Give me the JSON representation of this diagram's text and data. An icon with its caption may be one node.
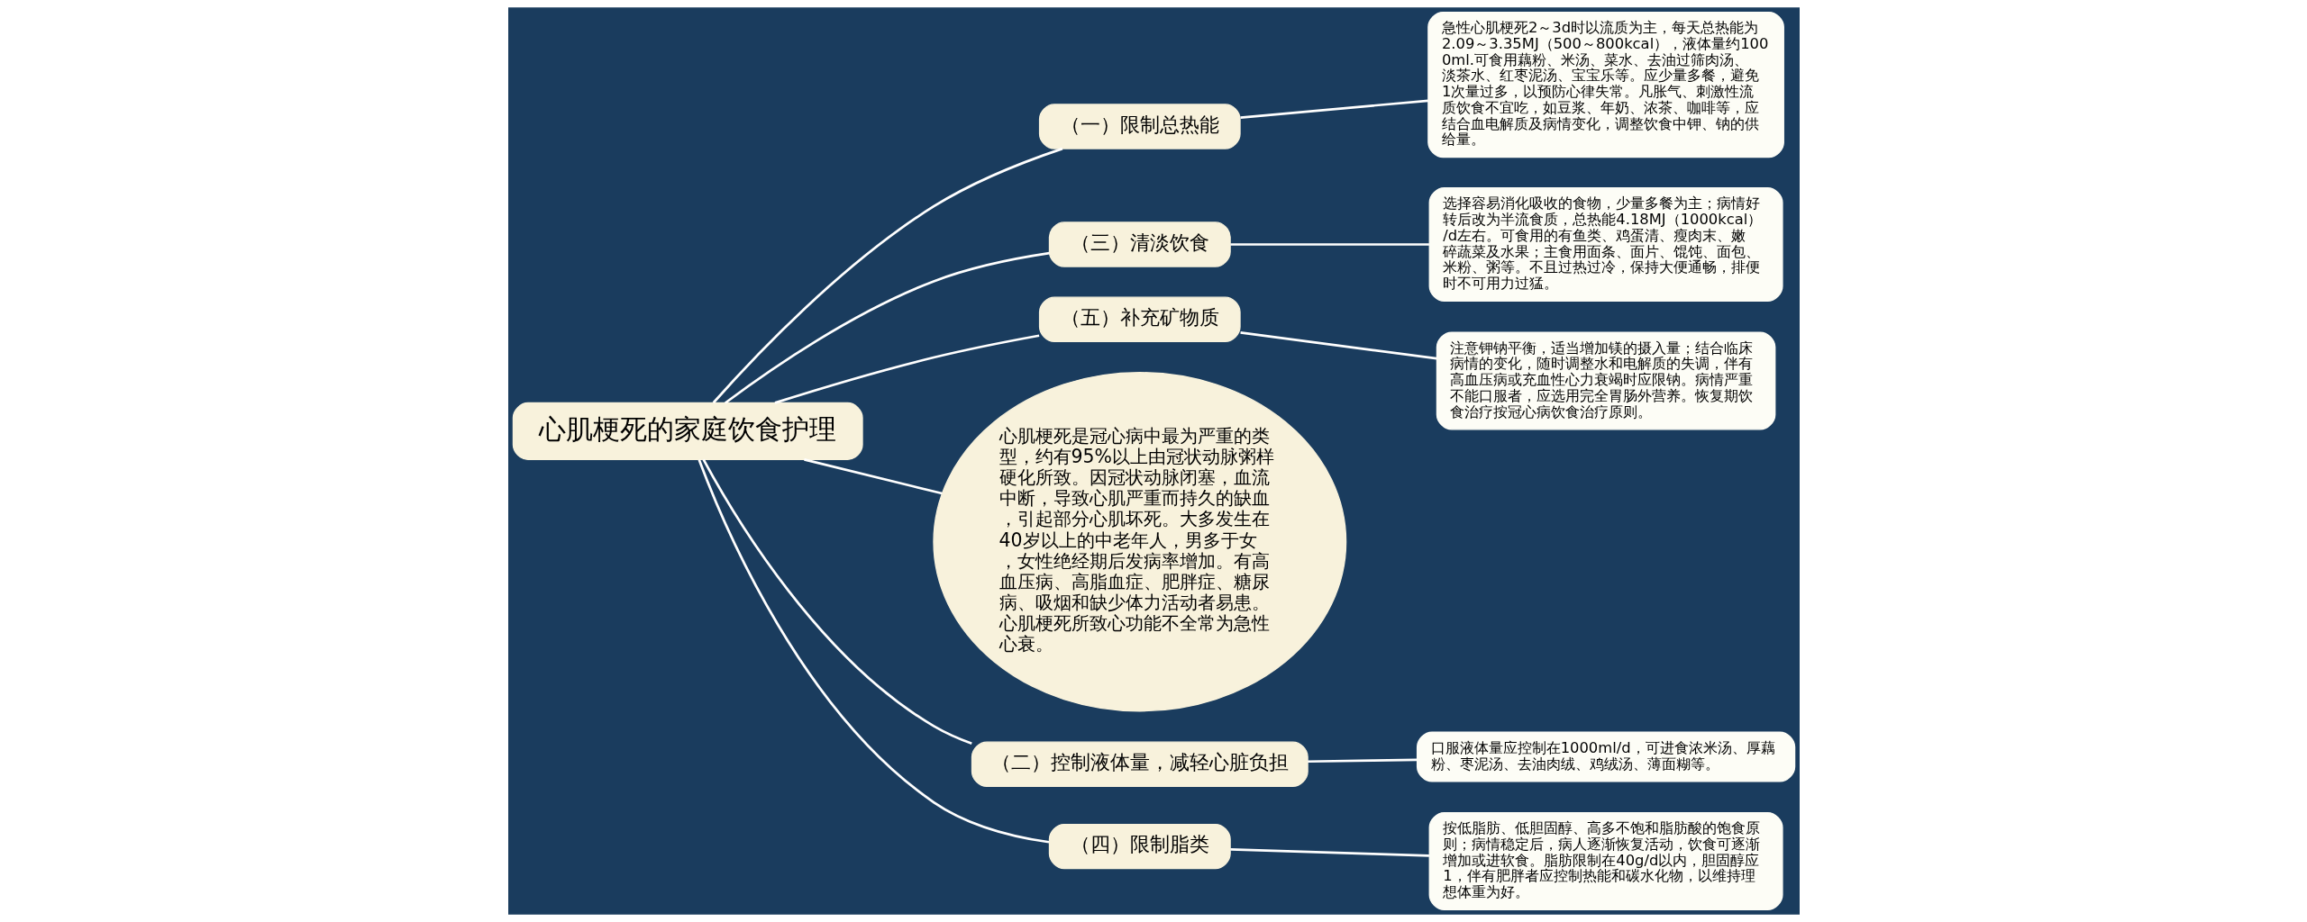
{
  "diagram": {
    "nodes": [
      {
        "text": [
          "心肌梗死的家庭饮食护理"
        ]
      },
      {
        "text": [
          "（一）限制总热能"
        ]
      },
      {
        "text": [
          "急性心肌梗死2～3d时以流质为主，每天总热能为2.09～3.35MJ（500～800kcal），液体量约1000ml.可食用藕粉、米汤、菜水、去油过筛肉汤、淡茶水、红枣泥汤、宝宝乐等。应少量多餐，避免1次量过多，以预防心律失常。凡胀气、刺激性流质饮食不宜吃，如豆浆、年奶、浓茶、咖啡等，应结合血电解质及病情变化，调整饮食中钾、钠的供给量。"
        ]
      },
      {
        "text": [
          "（三）清淡饮食"
        ]
      },
      {
        "text": [
          "选择容易消化吸收的食物，少量多餐为主；病情好转后改为半流食质，总热能4.18MJ（1000kcal）/d左右。可食用的有鱼类、鸡蛋清、瘦肉末、嫩碎蔬菜及水果；主食用面条、面片、馄饨、面包、米粉、粥等。不且过热过冷，保持大便通畅，排便时不可用力过猛。"
        ]
      },
      {
        "text": [
          "（五）补充矿物质"
        ]
      },
      {
        "text": [
          "注意钾钠平衡，适当增加镁的摄入量；结合临床病情的变化，随时调整水和电解质的失调，伴有高血压病或充血性心力衰竭时应限钠。病情严重不能口服者，应选用完全胃肠外营养。恢复期饮食治疗按冠心病饮食治疗原则。"
        ]
      },
      {
        "text": [
          "心肌梗死是冠心病中最为严重的类型，约有95%以上由冠状动脉粥样硬化所致。因冠状动脉闭塞，血流中断，导致心肌严重而持久的缺血，引起部分心肌坏死。大多发生在40岁以上的中老年人，男多于女，女性绝经期后发病率增加。有高血压病、高脂血症、肥胖症、糖尿病、吸烟和缺少体力活动者易患。心肌梗死所致心功能不全常为急性心衰。"
        ]
      },
      {
        "text": [
          "（二）控制液体量，减轻心脏负担"
        ]
      },
      {
        "text": [
          "口服液体量应控制在1000ml/d，可进食浓米汤、厚藕粉、枣泥汤、去油肉绒、鸡绒汤、薄面糊等。"
        ]
      },
      {
        "text": [
          "（四）限制脂类"
        ]
      },
      {
        "text": [
          "按低脂肪、低胆固醇、高多不饱和脂肪酸的饱食原则；病情稳定后，病人逐渐恢复活动，饮食可逐渐增加或进软食。脂肪限制在40g/d以内，胆固醇应1，伴有肥胖者应控制热能和碳水化物，以维持理想体重为好。"
        ]
      }
    ],
    "edges": [
      {
        "from": 0,
        "to": 1,
        "arrow": "none"
      },
      {
        "from": 1,
        "to": 2,
        "arrow": "none"
      },
      {
        "from": 0,
        "to": 3,
        "arrow": "none"
      },
      {
        "from": 3,
        "to": 4,
        "arrow": "none"
      },
      {
        "from": 0,
        "to": 5,
        "arrow": "none"
      },
      {
        "from": 5,
        "to": 6,
        "arrow": "none"
      },
      {
        "from": 0,
        "to": 7,
        "arrow": "none"
      },
      {
        "from": 0,
        "to": 8,
        "arrow": "none"
      },
      {
        "from": 8,
        "to": 9,
        "arrow": "none"
      },
      {
        "from": 0,
        "to": 10,
        "arrow": "none"
      },
      {
        "from": 10,
        "to": 11,
        "arrow": "none"
      }
    ]
  }
}
